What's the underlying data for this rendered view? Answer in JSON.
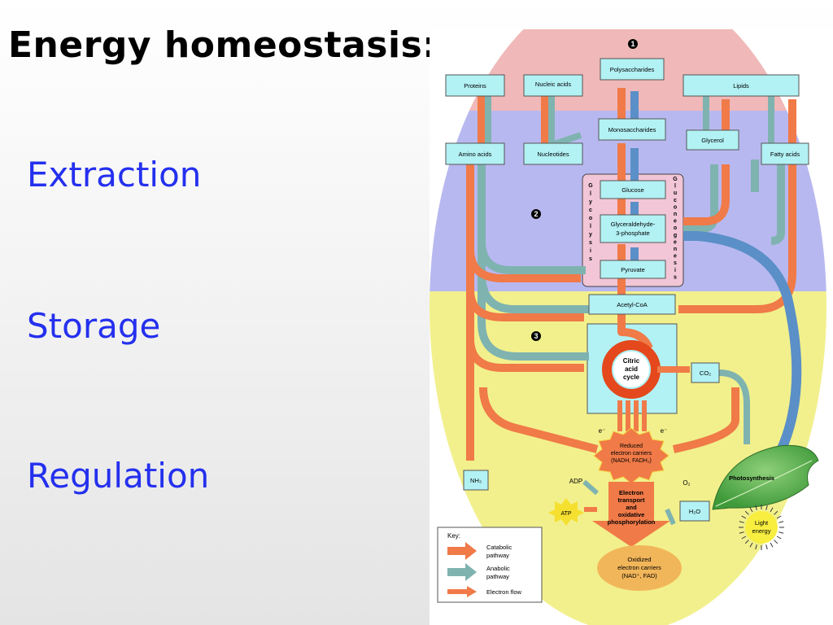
{
  "slide": {
    "title": "Energy homeostasis:",
    "topics": [
      "Extraction",
      "Storage",
      "Regulation"
    ]
  },
  "diagram": {
    "stage_labels": [
      "1",
      "2",
      "3"
    ],
    "boxes": {
      "polysaccharides": "Polysaccharides",
      "proteins": "Proteins",
      "nucleic_acids": "Nucleic acids",
      "lipids": "Lipids",
      "monosaccharides": "Monosaccharides",
      "glycerol": "Glycerol",
      "amino_acids": "Amino acids",
      "nucleotides": "Nucleotides",
      "fatty_acids": "Fatty acids",
      "glucose": "Glucose",
      "g3p_line1": "Glyceraldehyde-",
      "g3p_line2": "3-phosphate",
      "pyruvate": "Pyruvate",
      "acetyl_coa": "Acetyl-CoA",
      "co2": "CO₂",
      "nh3": "NH₃",
      "h2o": "H₂O"
    },
    "glycolysis_letters": [
      "G",
      "l",
      "y",
      "c",
      "o",
      "l",
      "y",
      "s",
      "i",
      "s"
    ],
    "gluconeogenesis_letters": [
      "G",
      "l",
      "u",
      "c",
      "o",
      "n",
      "e",
      "o",
      "g",
      "e",
      "n",
      "e",
      "s",
      "i",
      "s"
    ],
    "citric_acid_cycle": [
      "Citric",
      "acid",
      "cycle"
    ],
    "electron_labels": [
      "e⁻",
      "e⁻"
    ],
    "reduced_carriers": [
      "Reduced",
      "electron carriers",
      "(NADH, FADH₂)"
    ],
    "electron_transport": [
      "Electron",
      "transport",
      "and",
      "oxidative",
      "phosphorylation"
    ],
    "adp": "ADP",
    "atp": "ATP",
    "o2": "O₂",
    "oxidized_carriers": [
      "Oxidized",
      "electron carriers",
      "(NAD⁺, FAD)"
    ],
    "photosynthesis": "Photosynthesis",
    "light_energy": [
      "Light",
      "energy"
    ],
    "key": {
      "title": "Key:",
      "catabolic": [
        "Catabolic",
        "pathway"
      ],
      "anabolic": [
        "Anabolic",
        "pathway"
      ],
      "electron_flow": "Electron flow"
    },
    "colors": {
      "catabolic": "#f07a48",
      "anabolic": "#7fb3b0",
      "electron_flow": "#f07a48",
      "photosynthetic_flow": "#5b8fc7",
      "box_fill": "#b2f1f4",
      "band_top": "#f0b8b8",
      "band_middle": "#b8b8f0",
      "band_bottom": "#f2f08c"
    }
  }
}
